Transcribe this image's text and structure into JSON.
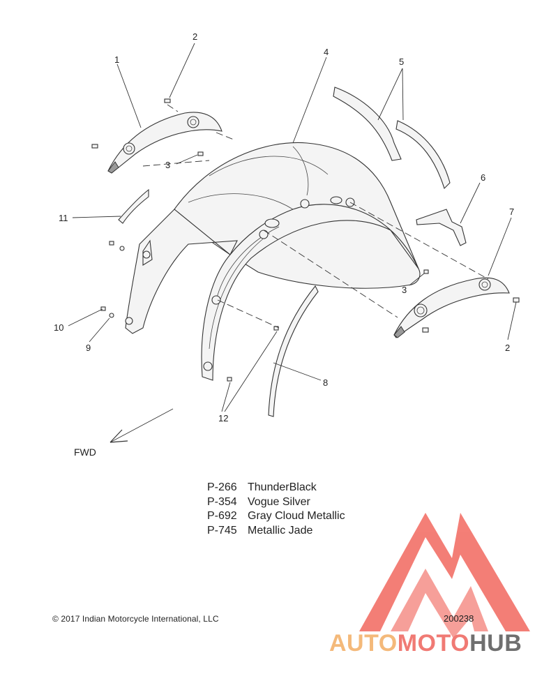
{
  "callouts": {
    "c1": "1",
    "c2a": "2",
    "c2b": "2",
    "c3a": "3",
    "c3b": "3",
    "c4": "4",
    "c5": "5",
    "c6": "6",
    "c7": "7",
    "c8": "8",
    "c9": "9",
    "c10": "10",
    "c11": "11",
    "c12": "12"
  },
  "fwd_label": "FWD",
  "paint_codes": [
    {
      "code": "P-266",
      "name": "ThunderBlack"
    },
    {
      "code": "P-354",
      "name": "Vogue Silver"
    },
    {
      "code": "P-692",
      "name": "Gray Cloud Metallic"
    },
    {
      "code": "P-745",
      "name": "Metallic Jade"
    }
  ],
  "copyright": "© 2017 Indian Motorcycle International, LLC",
  "figure_number": "200238",
  "watermark": {
    "text_a": "AUTO",
    "text_b": "MOTO",
    "text_c": "HUB",
    "colors": {
      "light": "#f4b97a",
      "salmon": "#f07a74",
      "gray": "#6f6f6f",
      "triangle": "#f2685f"
    }
  }
}
